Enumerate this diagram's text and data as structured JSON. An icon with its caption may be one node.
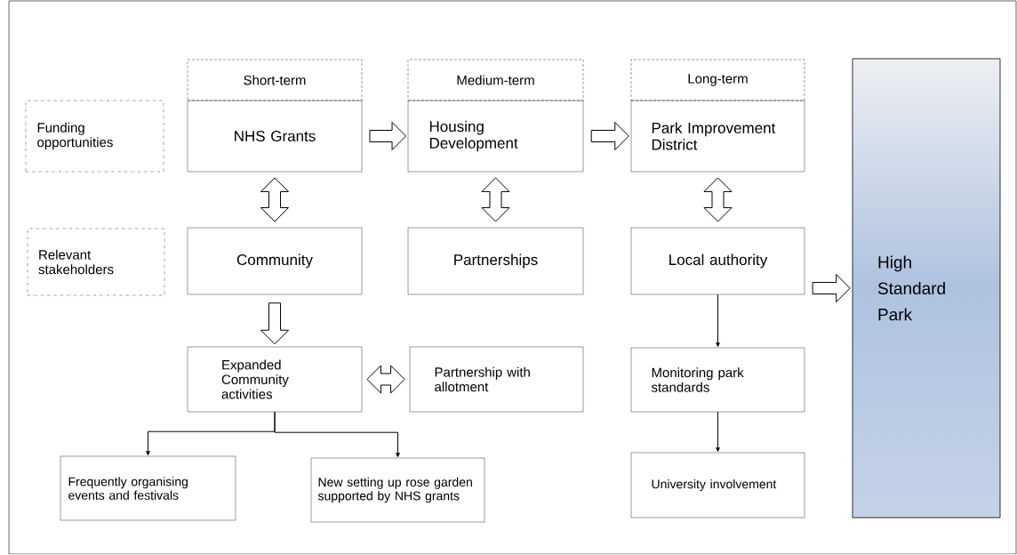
{
  "diagram": {
    "nodes": [
      {
        "text": [
          "Short-term"
        ]
      },
      {
        "text": [
          "Medium-term"
        ]
      },
      {
        "text": [
          "Long-term"
        ]
      },
      {
        "text": [
          "Funding opportunities"
        ]
      },
      {
        "text": [
          "NHS Grants"
        ]
      },
      {
        "text": [
          "Housing Development"
        ]
      },
      {
        "text": [
          "Park Improvement District"
        ]
      },
      {
        "text": [
          "High Standard Park"
        ]
      },
      {
        "text": [
          "Relevant stakeholders"
        ]
      },
      {
        "text": [
          "Community"
        ]
      },
      {
        "text": [
          "Partnerships"
        ]
      },
      {
        "text": [
          "Local authority"
        ]
      },
      {
        "text": [
          "Expanded Community activities"
        ]
      },
      {
        "text": [
          "Partnership with allotment"
        ]
      },
      {
        "text": [
          "Monitoring park standards"
        ]
      },
      {
        "text": [
          "Frequently organising events and festivals"
        ]
      },
      {
        "text": [
          "New setting up rose garden supported by NHS grants"
        ]
      },
      {
        "text": [
          "University involvement"
        ]
      }
    ],
    "edges": [
      {
        "from": 4,
        "to": 5,
        "arrow": "to",
        "style": "thick"
      },
      {
        "from": 5,
        "to": 6,
        "arrow": "to",
        "style": "thick"
      },
      {
        "from": 4,
        "to": 9,
        "arrow": "both",
        "style": "thick"
      },
      {
        "from": 5,
        "to": 10,
        "arrow": "both",
        "style": "thick"
      },
      {
        "from": 6,
        "to": 11,
        "arrow": "both",
        "style": "thick"
      },
      {
        "from": 9,
        "to": 12,
        "arrow": "to",
        "style": "thick"
      },
      {
        "from": 12,
        "to": 13,
        "arrow": "both",
        "style": "thick"
      },
      {
        "from": 11,
        "to": 7,
        "arrow": "to",
        "style": "thick"
      },
      {
        "from": 11,
        "to": 14,
        "arrow": "to"
      },
      {
        "from": 14,
        "to": 17,
        "arrow": "to"
      },
      {
        "from": 12,
        "to": 15,
        "arrow": "to"
      },
      {
        "from": 12,
        "to": 16,
        "arrow": "to"
      }
    ]
  }
}
